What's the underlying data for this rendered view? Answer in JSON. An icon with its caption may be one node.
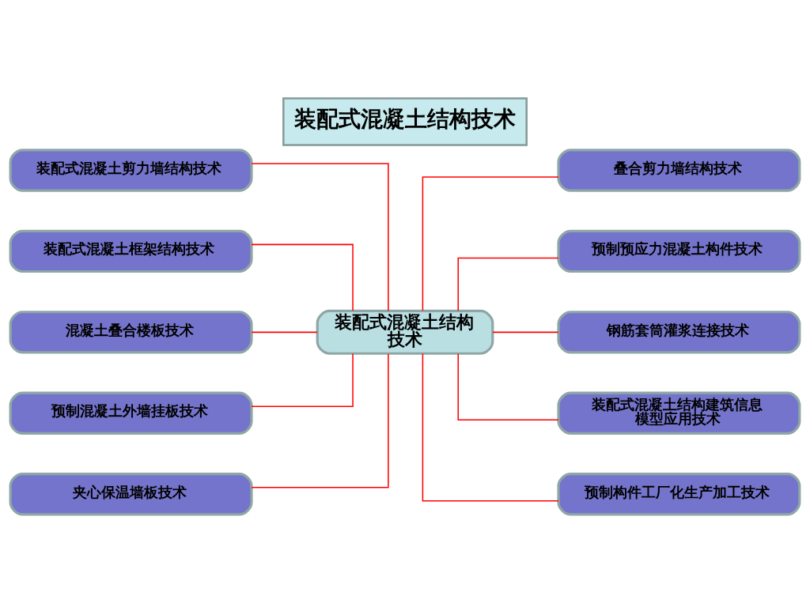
{
  "diagram": {
    "title": "装配式混凝土结构技术",
    "nodes": [
      {
        "text": [
          "装配式混凝土剪力墙结构技术"
        ]
      },
      {
        "text": [
          "装配式混凝土框架结构技术"
        ]
      },
      {
        "text": [
          "混凝土叠合楼板技术"
        ]
      },
      {
        "text": [
          "预制混凝土外墙挂板技术"
        ]
      },
      {
        "text": [
          "夹心保温墙板技术"
        ]
      },
      {
        "text": [
          "装配式混凝土结构技术"
        ]
      },
      {
        "text": [
          "叠合剪力墙结构技术"
        ]
      },
      {
        "text": [
          "预制预应力混凝土构件技术"
        ]
      },
      {
        "text": [
          "钢筋套筒灌浆连接技术"
        ]
      },
      {
        "text": [
          "装配式混凝土结构建筑信息模型应用技术"
        ]
      },
      {
        "text": [
          "预制构件工厂化生产加工技术"
        ]
      }
    ],
    "edges": [
      {
        "from": 5,
        "to": 0,
        "arrow": "none"
      },
      {
        "from": 5,
        "to": 1,
        "arrow": "none"
      },
      {
        "from": 5,
        "to": 2,
        "arrow": "none"
      },
      {
        "from": 5,
        "to": 3,
        "arrow": "none"
      },
      {
        "from": 5,
        "to": 4,
        "arrow": "none"
      },
      {
        "from": 5,
        "to": 6,
        "arrow": "none"
      },
      {
        "from": 5,
        "to": 7,
        "arrow": "none"
      },
      {
        "from": 5,
        "to": 8,
        "arrow": "none"
      },
      {
        "from": 5,
        "to": 9,
        "arrow": "none"
      },
      {
        "from": 5,
        "to": 10,
        "arrow": "none"
      }
    ]
  }
}
